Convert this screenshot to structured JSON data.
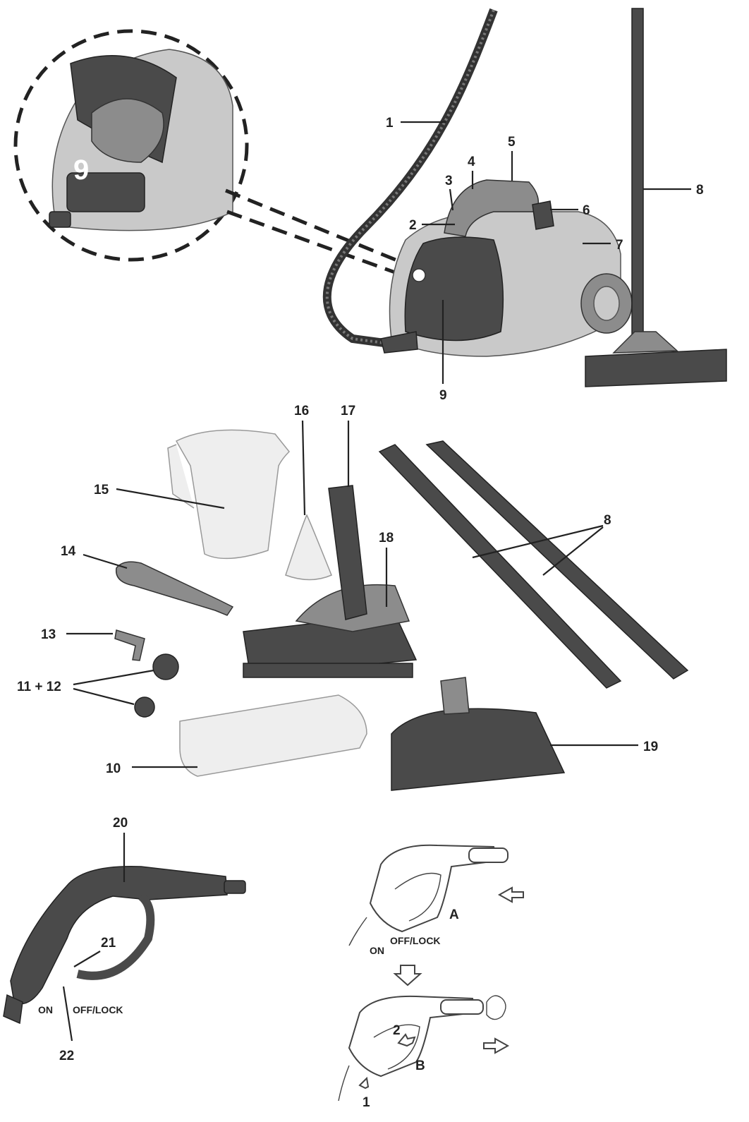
{
  "labels": {
    "n1": "1",
    "n2": "2",
    "n3": "3",
    "n4": "4",
    "n5": "5",
    "n6": "6",
    "n7": "7",
    "n8_top": "8",
    "n9_main": "9",
    "n9_inset": "9",
    "n8_poles": "8",
    "n10": "10",
    "n11_12": "11 + 12",
    "n13": "13",
    "n14": "14",
    "n15": "15",
    "n16": "16",
    "n17": "17",
    "n18": "18",
    "n19": "19",
    "n20": "20",
    "n21": "21",
    "n22": "22",
    "on_left": "ON",
    "offlock_left": "OFF/LOCK"
  },
  "sketch": {
    "letter_a": "A",
    "letter_b": "B",
    "on": "ON",
    "offlock": "OFF/LOCK",
    "step_2": "2",
    "step_1": "1"
  }
}
